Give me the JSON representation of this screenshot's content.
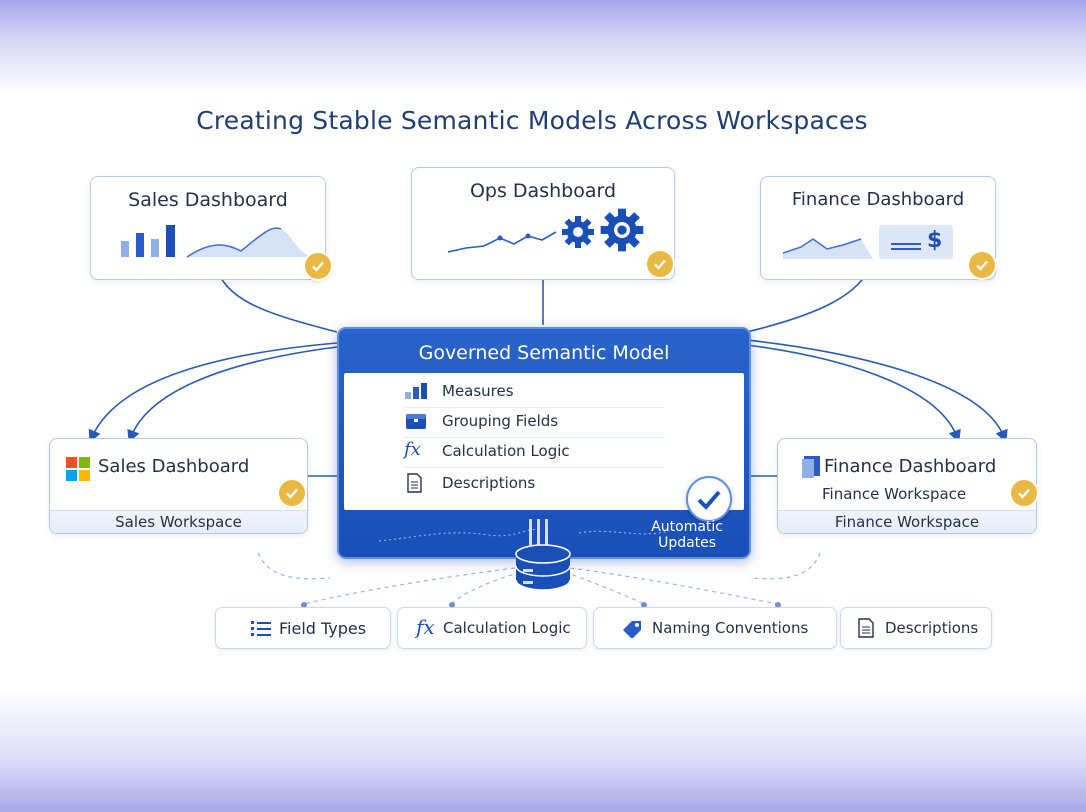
{
  "title": "Creating Stable Semantic Models Across Workspaces",
  "top_cards": {
    "sales": "Sales Dashboard",
    "ops": "Ops Dashboard",
    "finance": "Finance Dashboard"
  },
  "core": {
    "title": "Governed Semantic Model",
    "items": [
      "Measures",
      "Grouping Fields",
      "Calculation Logic",
      "Descriptions"
    ],
    "auto_line1": "Automatic",
    "auto_line2": "Updates"
  },
  "side_cards": {
    "left": {
      "title": "Sales Dashboard",
      "workspace": "Sales Workspace"
    },
    "right": {
      "title": "Finance Dashboard",
      "subtitle": "Finance Workspace",
      "workspace": "Finance Workspace"
    }
  },
  "chips": [
    "Field Types",
    "Calculation Logic",
    "Naming Conventions",
    "Descriptions"
  ],
  "fx_symbol": "fx",
  "finance_symbol": "$",
  "colors": {
    "accent": "#1a4fb8",
    "check": "#eab945",
    "text": "#23324a",
    "title": "#1f3f73"
  }
}
